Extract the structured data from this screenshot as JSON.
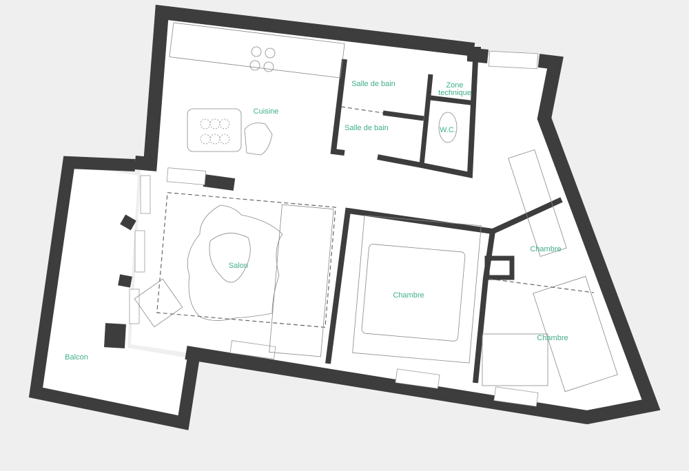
{
  "colors": {
    "wall": "#3d3d3d",
    "label": "#3fae88",
    "floor": "#ffffff",
    "background": "#efefef"
  },
  "rooms": {
    "cuisine": "Cuisine",
    "salle_de_bain_1": "Salle de bain",
    "salle_de_bain_2": "Salle de bain",
    "zone_technique_1": "Zone",
    "zone_technique_2": "technique",
    "wc": "W.C.",
    "salon": "Salon",
    "chambre_1": "Chambre",
    "chambre_2": "Chambre",
    "chambre_3": "Chambre",
    "balcon": "Balcon"
  }
}
